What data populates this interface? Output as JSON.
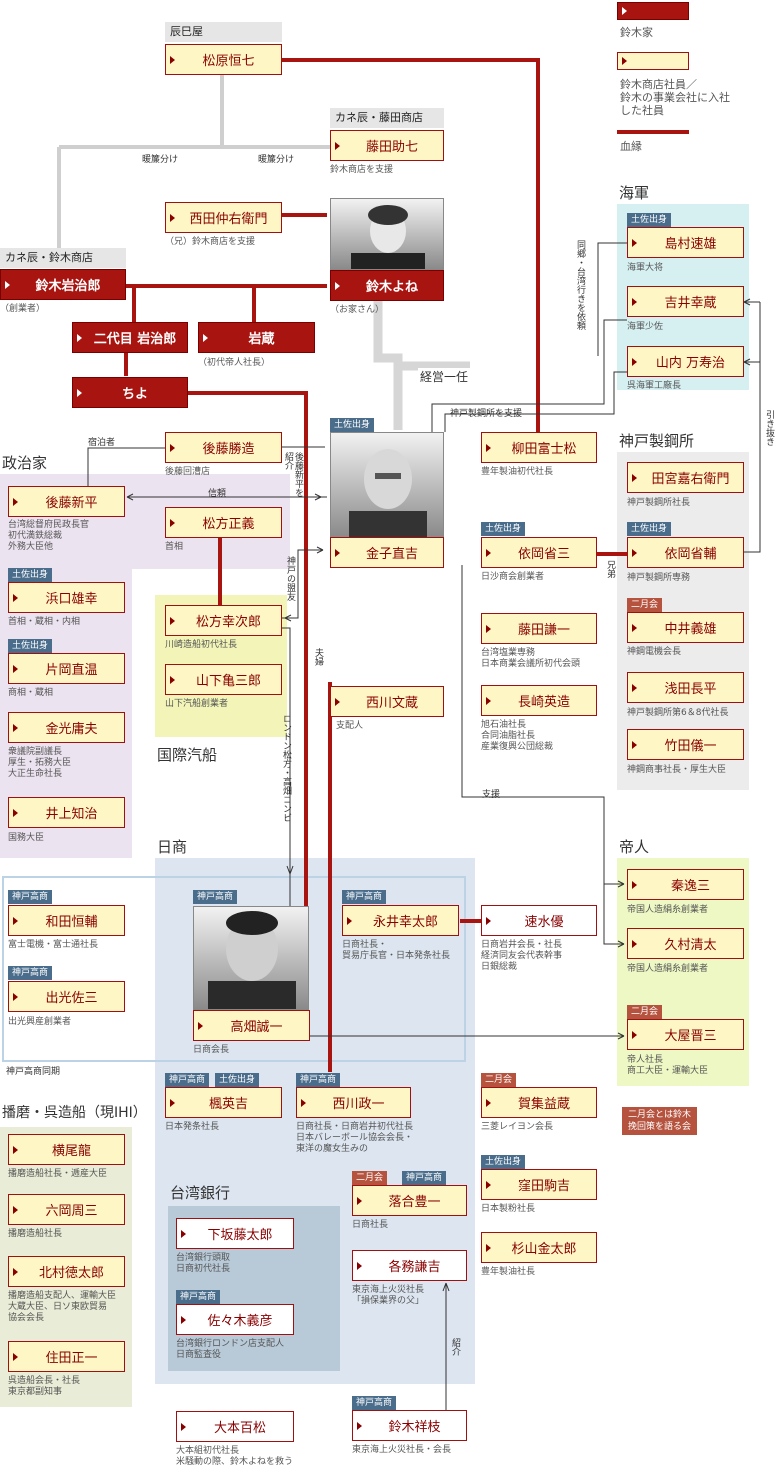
{
  "legend": {
    "suzuki": "鈴木家",
    "employee": "鈴木商店社員／\n鈴木の事業会社に入社\nした社員",
    "blood": "血縁"
  },
  "regions": {
    "navy": "海軍",
    "kobe_steel": "神戸製鋼所",
    "politicians": "政治家",
    "kokusai": "国際汽船",
    "nissho": "日商",
    "teijin": "帝人",
    "harima": "播磨・呉造船（現IHI）",
    "taiwan_bank": "台湾銀行",
    "kobe_alumni": "神戸高商同期"
  },
  "shops": {
    "tatsumiya": "辰巳屋",
    "fujita": "カネ辰・藤田商店",
    "suzuki_shop": "カネ辰・鈴木商店"
  },
  "tags": {
    "tosa": "土佐出身",
    "kobe": "神戸高商",
    "nigatsu": "二月会"
  },
  "note": "二月会とは鈴木\n挽回策を語る会",
  "labels": {
    "noren1": "暖簾分け",
    "noren2": "暖簾分け",
    "keiei": "経営一任",
    "shinrai": "信頼",
    "shukuhaku": "宿泊者",
    "kobe_support": "神戸製鋼所を支援",
    "shien": "支援",
    "kyodai": "兄弟",
    "fuufu": "夫婦",
    "shokai": "紹介",
    "gotou_shokai": "後藤新平を紹介",
    "kobe_meiyu": "神戸の盟友",
    "london": "ロンドン松方・高畑コンビ",
    "hikinuki": "引き抜き",
    "doukyou": "同郷・台湾行きを依頼"
  },
  "people": {
    "matsubara": {
      "name": "松原恒七"
    },
    "fujita": {
      "name": "藤田助七",
      "desc": "鈴木商店を支援"
    },
    "nishida": {
      "name": "西田仲右衛門",
      "desc": "（兄）鈴木商店を支援"
    },
    "iwajiro": {
      "name": "鈴木岩治郎",
      "desc": "（創業者）"
    },
    "yone": {
      "name": "鈴木よね",
      "desc": "（お家さん）"
    },
    "nidaime": {
      "name": "二代目 岩治郎"
    },
    "iwazo": {
      "name": "岩蔵",
      "desc": "（初代帝人社長）"
    },
    "chiyo": {
      "name": "ちよ"
    },
    "goto_k": {
      "name": "後藤勝造",
      "desc": "後藤回漕店"
    },
    "kaneko": {
      "name": "金子直吉"
    },
    "yanagida": {
      "name": "柳田富士松",
      "desc": "豊年製油初代社長"
    },
    "goto_s": {
      "name": "後藤新平",
      "desc": "台湾総督府民政長官\n初代満鉄総裁\n外務大臣他"
    },
    "matsukata_m": {
      "name": "松方正義",
      "desc": "首相"
    },
    "hamaguchi": {
      "name": "浜口雄幸",
      "desc": "首相・蔵相・内相"
    },
    "kataoka": {
      "name": "片岡直温",
      "desc": "商相・蔵相"
    },
    "kanemitsu": {
      "name": "金光庸夫",
      "desc": "衆議院副議長\n厚生・拓務大臣\n大正生命社長"
    },
    "inoue": {
      "name": "井上知治",
      "desc": "国務大臣"
    },
    "matsukata_k": {
      "name": "松方幸次郎",
      "desc": "川崎造船初代社長"
    },
    "yamashita": {
      "name": "山下亀三郎",
      "desc": "山下汽船創業者"
    },
    "nishikawa_b": {
      "name": "西川文蔵",
      "desc": "支配人"
    },
    "yorioka_s": {
      "name": "依岡省三",
      "desc": "日沙商会創業者"
    },
    "fujita_k": {
      "name": "藤田謙一",
      "desc": "台湾塩業専務\n日本商業会議所初代会頭"
    },
    "nagasaki": {
      "name": "長崎英造",
      "desc": "旭石油社長\n合同油脂社長\n産業復興公団総裁"
    },
    "shimamura": {
      "name": "島村速雄",
      "desc": "海軍大将"
    },
    "yoshii": {
      "name": "吉井幸蔵",
      "desc": "海軍少佐"
    },
    "yamauchi": {
      "name": "山内 万寿治",
      "desc": "呉海軍工廠長"
    },
    "taminomiya": {
      "name": "田宮嘉右衛門",
      "desc": "神戸製鋼所社長"
    },
    "yorioka_h": {
      "name": "依岡省輔",
      "desc": "神戸製鋼所専務"
    },
    "nakai": {
      "name": "中井義雄",
      "desc": "神鋼電機会長"
    },
    "asada": {
      "name": "浅田長平",
      "desc": "神戸製鋼所第6＆8代社長"
    },
    "takeda": {
      "name": "竹田儀一",
      "desc": "神鋼商事社長・厚生大臣"
    },
    "wada": {
      "name": "和田恒輔",
      "desc": "富士電機・富士通社長"
    },
    "idemitsu": {
      "name": "出光佐三",
      "desc": "出光興産創業者"
    },
    "takahata": {
      "name": "高畑誠一",
      "desc": "日商会長"
    },
    "nagai": {
      "name": "永井幸太郎",
      "desc": "日商社長・\n貿易庁長官・日本発条社長"
    },
    "hayami": {
      "name": "速水優",
      "desc": "日商岩井会長・社長\n経済同友会代表幹事\n日銀総裁"
    },
    "hata": {
      "name": "秦逸三",
      "desc": "帝国人造絹糸創業者"
    },
    "kumura": {
      "name": "久村清太",
      "desc": "帝国人造絹糸創業者"
    },
    "oya": {
      "name": "大屋晋三",
      "desc": "帝人社長\n商工大臣・運輸大臣"
    },
    "kaede": {
      "name": "楓英吉",
      "desc": "日本発条社長"
    },
    "nishikawa_m": {
      "name": "西川政一",
      "desc": "日商社長・日商岩井初代社長\n日本バレーボール協会会長・\n東洋の魔女生みの"
    },
    "gashu": {
      "name": "賀集益蔵",
      "desc": "三菱レイヨン会長"
    },
    "yokoo": {
      "name": "横尾龍",
      "desc": "播磨造船社長・逓産大臣"
    },
    "rokuoka": {
      "name": "六岡周三",
      "desc": "播磨造船社長"
    },
    "kitamura": {
      "name": "北村徳太郎",
      "desc": "播磨造船支配人、運輸大臣\n大蔵大臣、日ソ東欧貿易\n協会会長"
    },
    "sumida": {
      "name": "住田正一",
      "desc": "呉造船会長・社長\n東京都副知事"
    },
    "ochiai": {
      "name": "落合豊一",
      "desc": "日商社長"
    },
    "kubota": {
      "name": "窪田駒吉",
      "desc": "日本製粉社長"
    },
    "shimosaka": {
      "name": "下坂藤太郎",
      "desc": "台湾銀行頭取\n日商初代社長"
    },
    "sasaki": {
      "name": "佐々木義彦",
      "desc": "台湾銀行ロンドン店支配人\n日商監査役"
    },
    "kakumu": {
      "name": "各務謙吉",
      "desc": "東京海上火災社長\n「損保業界の父」"
    },
    "sugiyama": {
      "name": "杉山金太郎",
      "desc": "豊年製油社長"
    },
    "omoto": {
      "name": "大本百松",
      "desc": "大本組初代社長\n米騒動の際、鈴木よねを救う"
    },
    "suzuki_s": {
      "name": "鈴木祥枝",
      "desc": "東京海上火災社長・会長"
    }
  },
  "colors": {
    "blood": "#a81410",
    "employee_bg": "#fef7c5",
    "suzuki_bg": "#a81410",
    "navy_bg": "#d6f0f2",
    "steel_bg": "#ececec",
    "politicians_bg": "#ece3f0",
    "kokusai_bg": "#f3f5b8",
    "nissho_bg": "#dde6f0",
    "teijin_bg": "#eef8c4",
    "harima_bg": "#e9ecd6",
    "taiwan_bg": "#b8c9d8"
  }
}
